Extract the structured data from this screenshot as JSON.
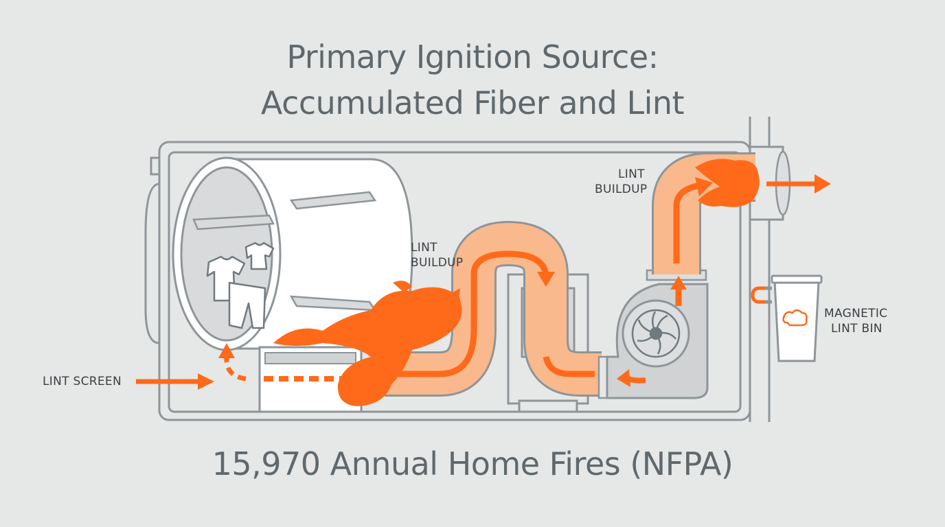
{
  "title": {
    "line1": "Primary Ignition Source:",
    "line2": "Accumulated Fiber and Lint"
  },
  "labels": {
    "lint_screen": "LINT SCREEN",
    "lint_buildup_middle": [
      "LINT",
      "BUILDUP"
    ],
    "lint_buildup_top": [
      "LINT",
      "BUILDUP"
    ],
    "magnetic_lint_bin": [
      "MAGNETIC",
      "LINT BIN"
    ]
  },
  "statistic": "15,970 Annual Home Fires (NFPA)",
  "colors": {
    "accent": "#ff6a1a",
    "duct_fill": "#f9b98c",
    "outline": "#8e9599",
    "text": "#5f686c",
    "background": "#e6e7e7"
  },
  "icons": [
    "t-shirt-icon",
    "pants-icon",
    "flame-icon",
    "fan-icon",
    "magnet-icon",
    "lint-cloud-icon"
  ]
}
